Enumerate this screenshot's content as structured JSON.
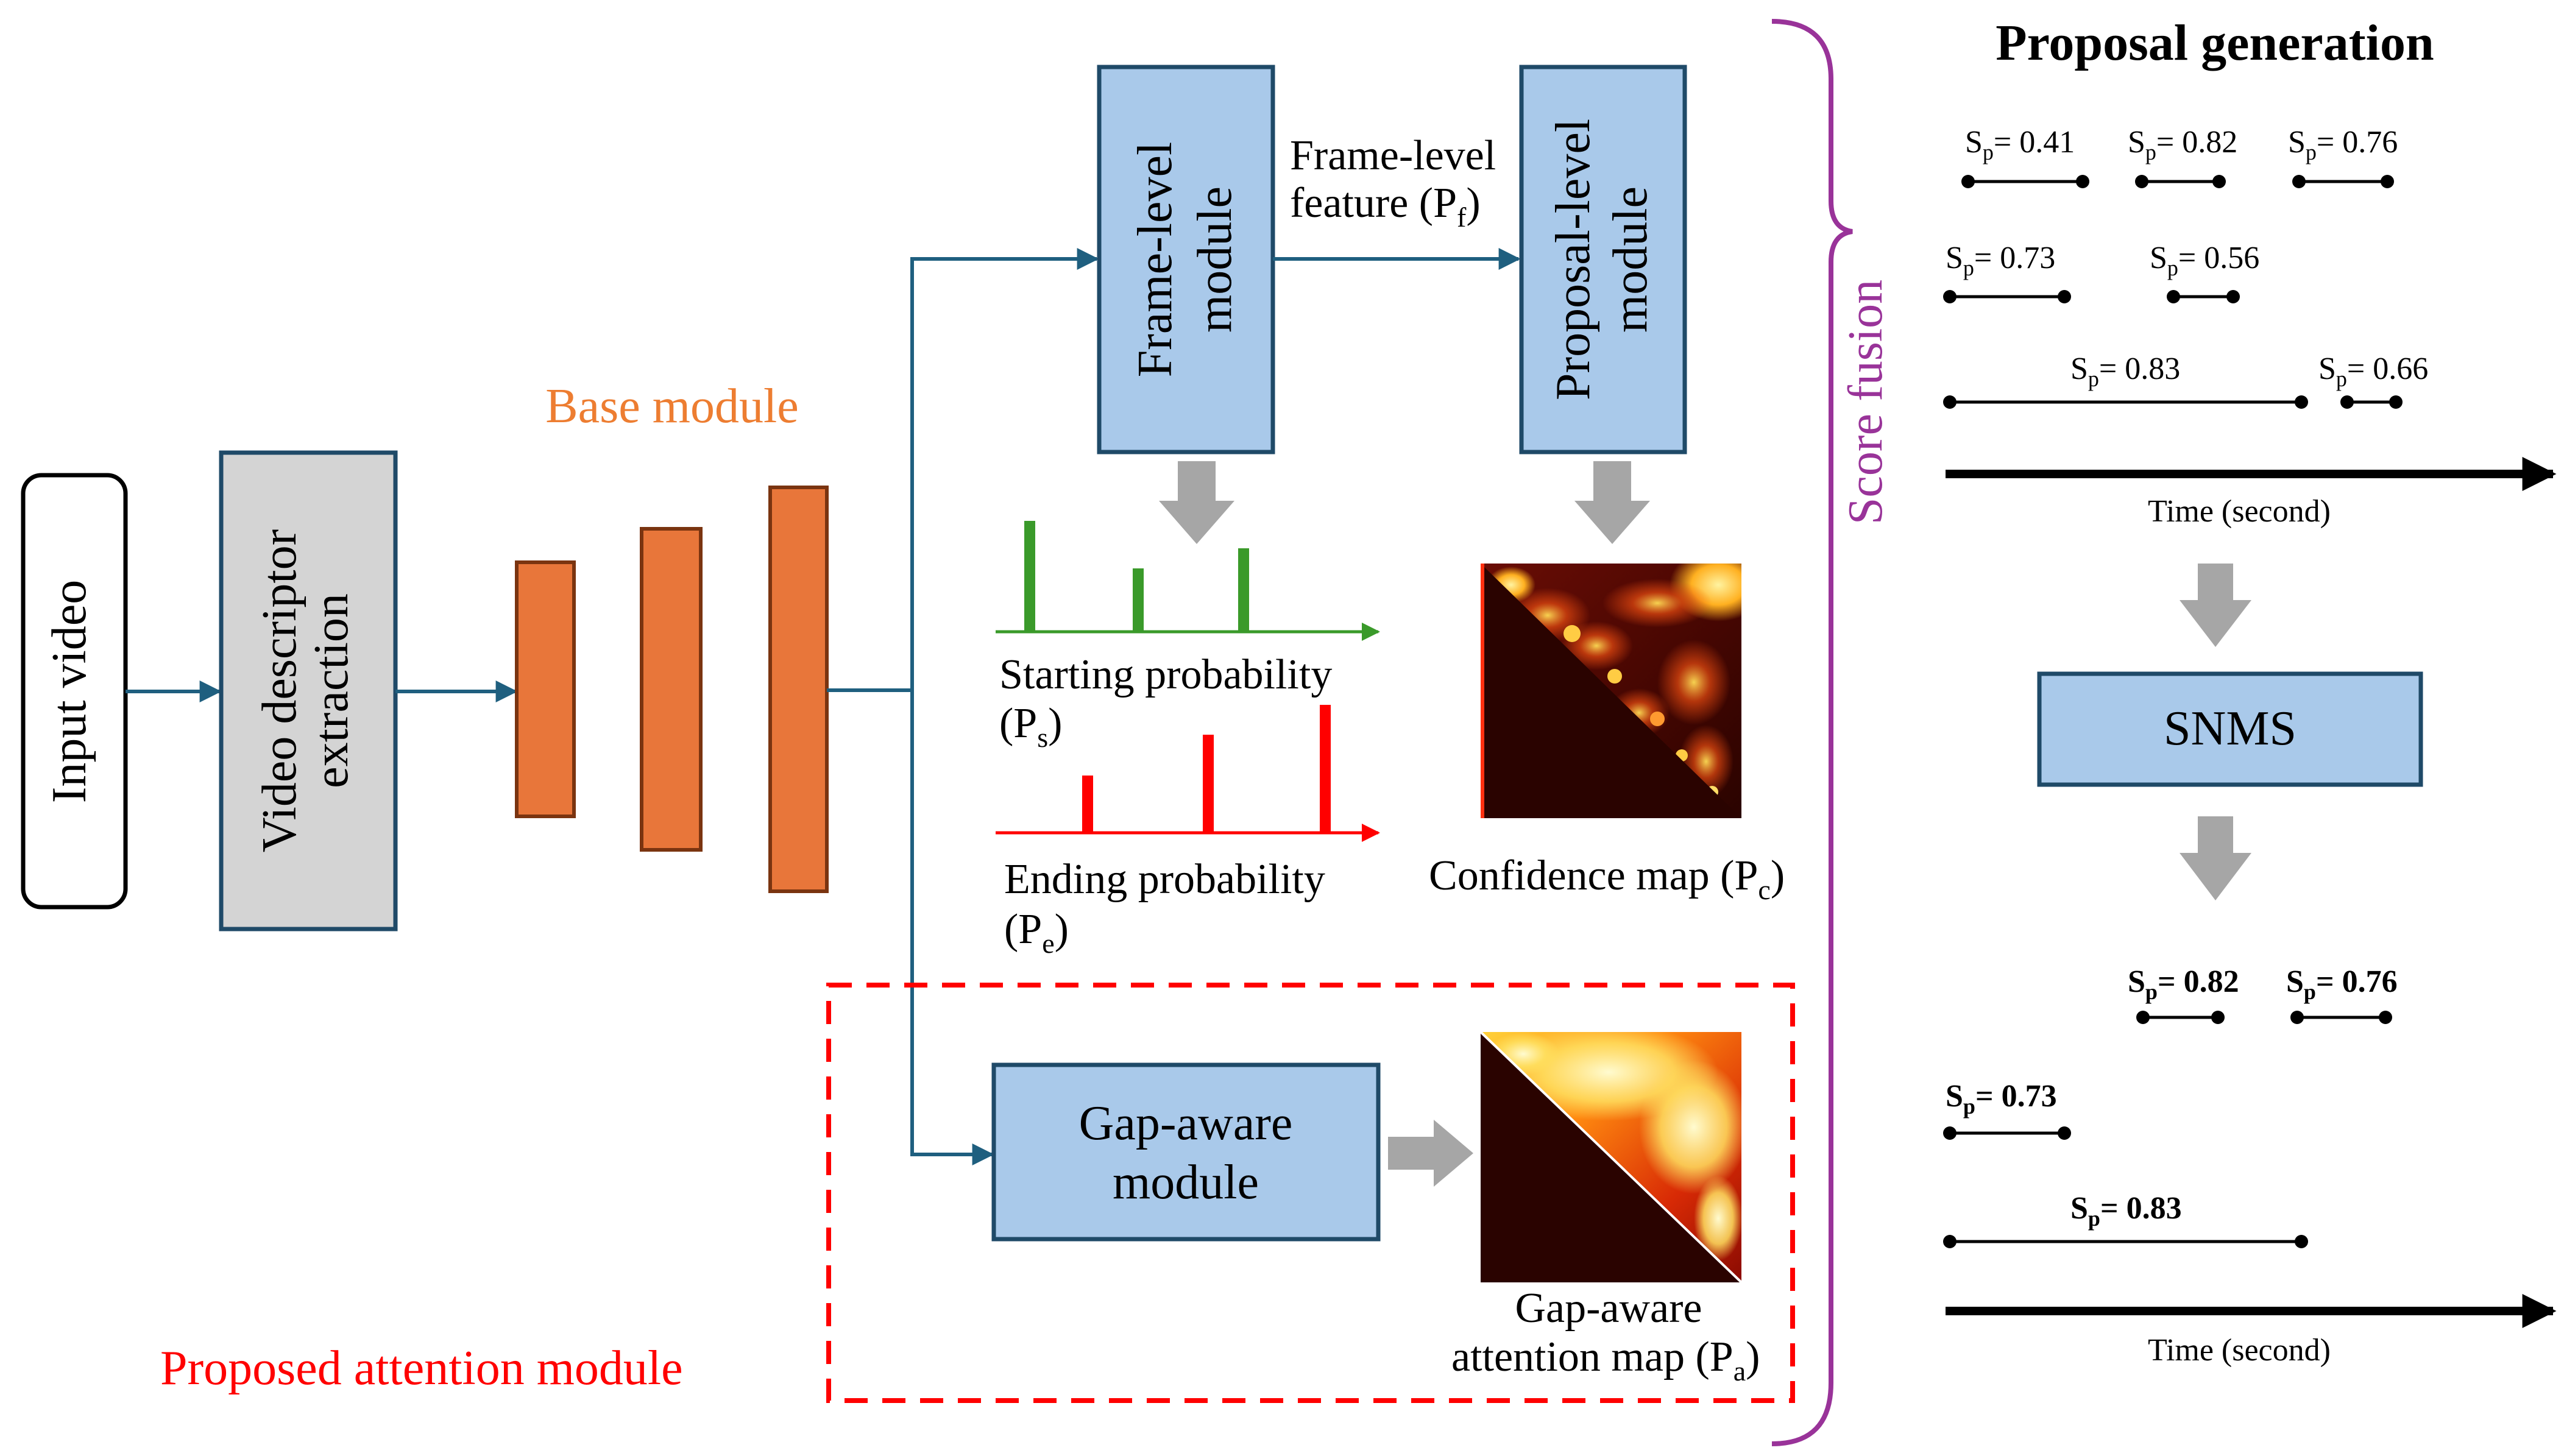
{
  "diagram": {
    "input_label": "Input video",
    "descriptor": {
      "line1": "Video descriptor",
      "line2": "extraction"
    },
    "base_module_label": "Base module",
    "frame_level_module": {
      "line1": "Frame-level",
      "line2": "module"
    },
    "proposal_level_module": {
      "line1": "Proposal-level",
      "line2": "module"
    },
    "frame_feature": {
      "line1": "Frame-level",
      "line2_main": "feature (P",
      "line2_sub": "f",
      "line2_end": ")"
    },
    "starting_prob": {
      "line1": "Starting probability",
      "line2_main": "(P",
      "line2_sub": "s",
      "line2_end": ")"
    },
    "ending_prob": {
      "line1": "Ending probability",
      "line2_main": "(P",
      "line2_sub": "e",
      "line2_end": ")"
    },
    "confidence_map": {
      "main": "Confidence map (P",
      "sub": "c",
      "end": ")"
    },
    "gap_module": {
      "line1": "Gap-aware",
      "line2": "module"
    },
    "gap_map": {
      "line1": "Gap-aware",
      "line2_main": "attention map (P",
      "line2_sub": "a",
      "line2_end": ")"
    },
    "attention_label": "Proposed attention module",
    "score_fusion_label": "Score fusion",
    "colors": {
      "box_blue": "#a9c9ea",
      "box_gray": "#d4d4d4",
      "base_orange": "#e8763a",
      "arrow_blue": "#1f5f7f",
      "base_text": "#ed7d31",
      "attention_red": "#ff0000",
      "fusion_purple": "#993399",
      "start_green": "#3a9a2a",
      "end_red": "#ff0000"
    }
  },
  "proposal_panel": {
    "title": "Proposal generation",
    "axis_label": "Time (second)",
    "snms_label": "SNMS",
    "before_scores": [
      "0.41",
      "0.82",
      "0.76",
      "0.73",
      "0.56",
      "0.83",
      "0.66"
    ],
    "after_scores": [
      "0.82",
      "0.76",
      "0.73",
      "0.83"
    ],
    "score_prefix": "S",
    "score_sub": "p",
    "score_sep": "= "
  }
}
